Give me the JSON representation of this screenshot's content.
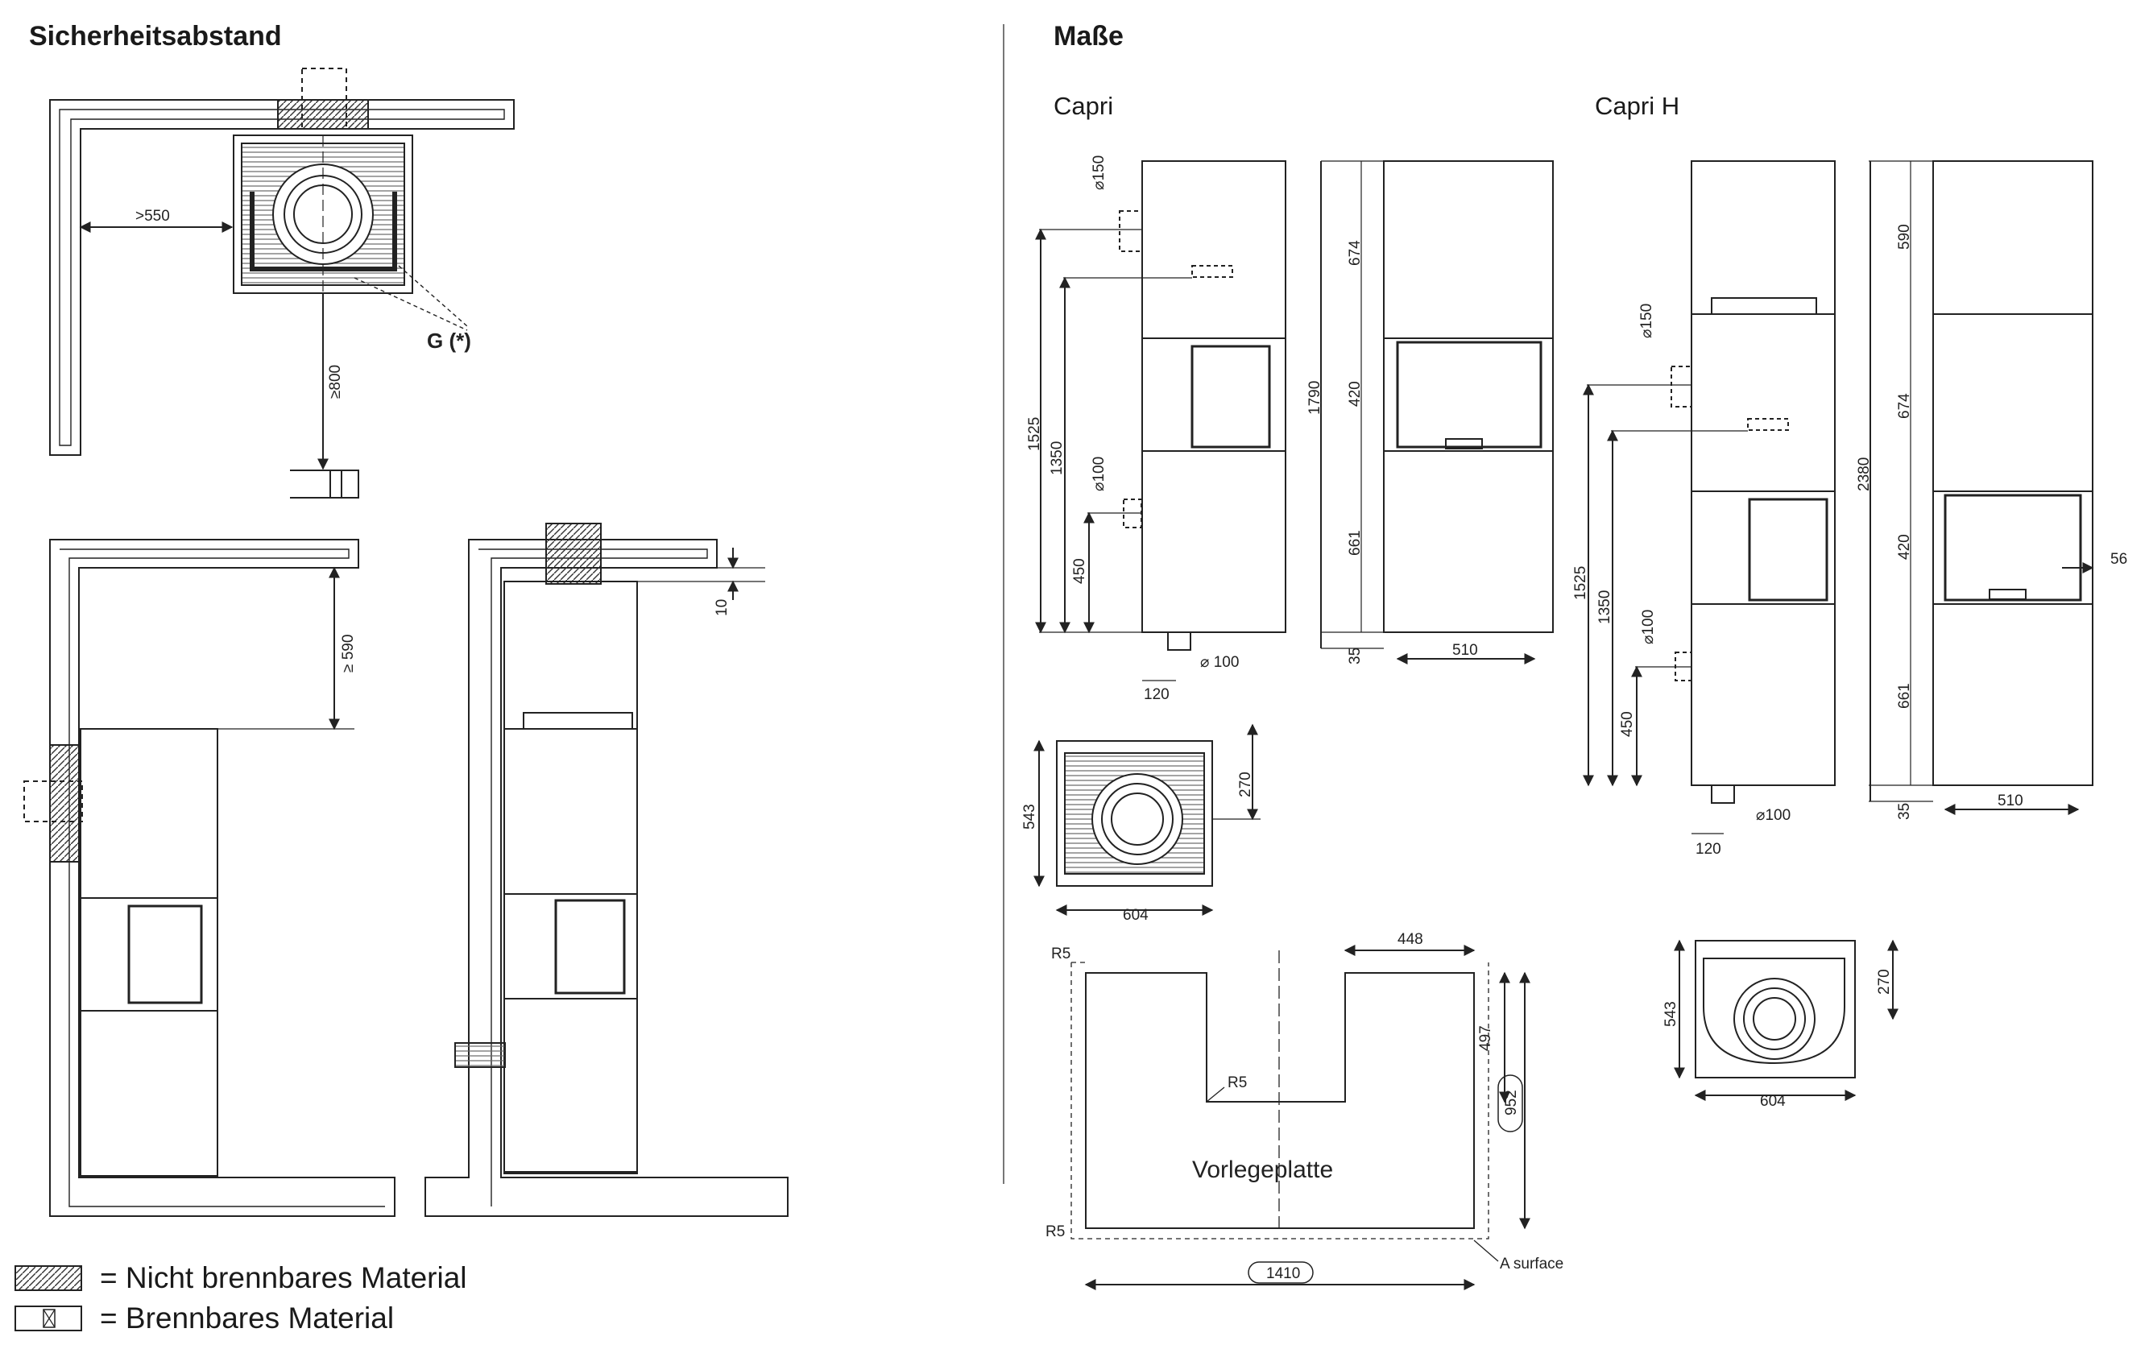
{
  "left_section": {
    "title": "Sicherheitsabstand",
    "dims": {
      "side": ">550",
      "front": "≥800",
      "top": "≥ 590",
      "gap": "10"
    },
    "callout": "G (*)"
  },
  "right_section": {
    "title": "Maße",
    "capri": {
      "label": "Capri",
      "d150": "⌀150",
      "d100": "⌀100",
      "d100b": "⌀ 100",
      "h1525": "1525",
      "h1350": "1350",
      "h450": "450",
      "w120": "120",
      "h674": "674",
      "h420": "420",
      "h661": "661",
      "h35": "35",
      "h1790": "1790",
      "w510": "510",
      "plan_w": "604",
      "plan_d": "543",
      "plan_c": "270"
    },
    "capri_h": {
      "label": "Capri H",
      "d150": "⌀150",
      "d100": "⌀100",
      "d100b": "⌀100",
      "h1525": "1525",
      "h1350": "1350",
      "h450": "450",
      "w120": "120",
      "h590": "590",
      "h674": "674",
      "h420": "420",
      "h661": "661",
      "h35": "35",
      "h2380": "2380",
      "w510": "510",
      "w56": "56",
      "plan_w": "604",
      "plan_d": "543",
      "plan_c": "270"
    },
    "plate": {
      "label": "Vorlegeplatte",
      "w448": "448",
      "h497": "497",
      "h952": "952",
      "w1410": "1410",
      "r5a": "R5",
      "r5b": "R5",
      "r5c": "R5",
      "surface": "A surface"
    }
  },
  "legend": [
    {
      "label": "= Nicht brennbares Material"
    },
    {
      "label": "= Brennbares Material"
    }
  ]
}
